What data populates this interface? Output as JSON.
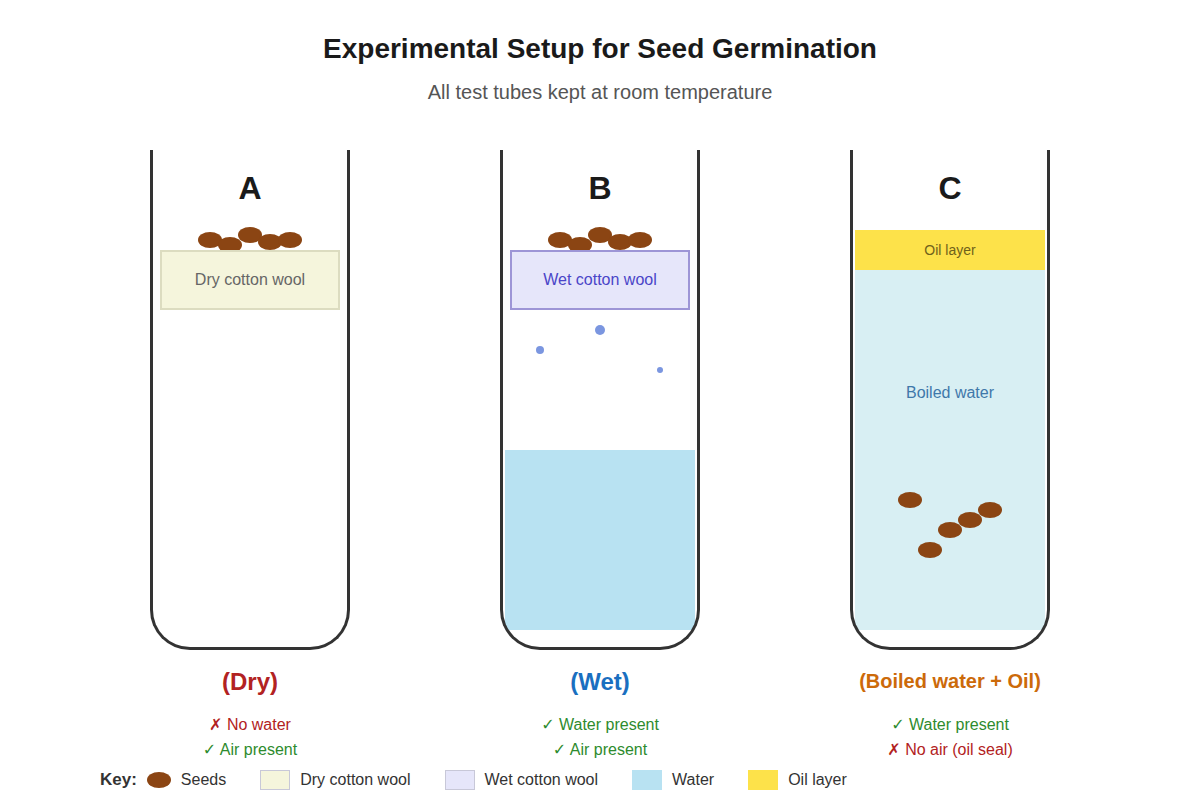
{
  "diagram": {
    "title": "Experimental Setup for Seed Germination",
    "nodes": [
      {
        "text": [
          "A"
        ]
      },
      {
        "text": [
          "Dry cotton wool"
        ],
        "in": 0
      },
      {
        "text": [
          "B"
        ]
      },
      {
        "text": [
          "Wet cotton wool"
        ],
        "in": 2
      },
      {
        "text": [
          "C"
        ]
      },
      {
        "text": [
          "Oil layer"
        ],
        "in": 4
      },
      {
        "text": [
          "Boiled water"
        ],
        "in": 4
      }
    ],
    "labels": [
      "All test tubes kept at room temperature",
      "(Dry)",
      "✗ No water",
      "✓ Air present",
      "(Wet)",
      "✓ Water present",
      "✓ Air present",
      "(Boiled water + Oil)",
      "✓ Water present",
      "✗ No air (oil seal)",
      "Key:"
    ],
    "legend": [
      {
        "text": "Seeds",
        "color": "#8b4513"
      },
      {
        "text": "Dry cotton wool",
        "color": "#f5f5dc"
      },
      {
        "text": "Wet cotton wool",
        "color": "#e6e6fa"
      },
      {
        "text": "Water",
        "color": "#b8e2f2"
      },
      {
        "text": "Oil layer",
        "color": "#fde24a"
      }
    ]
  }
}
